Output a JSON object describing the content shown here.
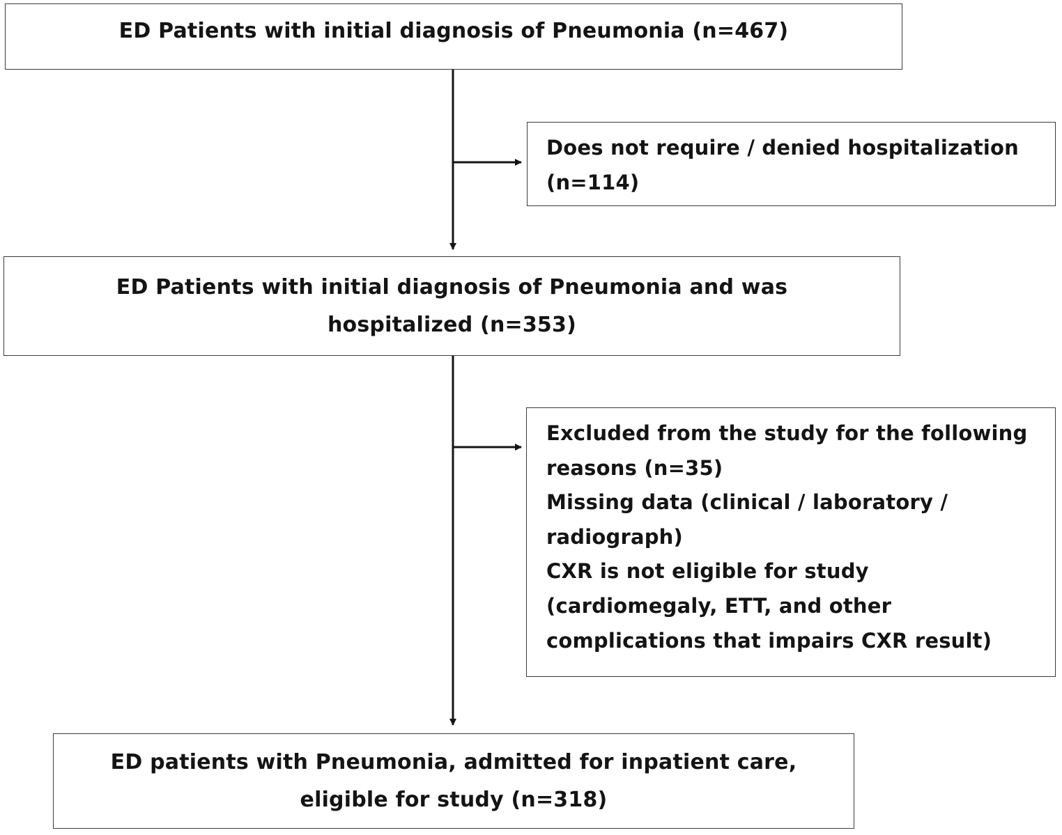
{
  "boxes": {
    "initial": {
      "text": "ED Patients with initial diagnosis of Pneumonia (n=467)"
    },
    "not_hospitalized": {
      "lines": [
        "Does not require / denied hospitalization",
        "(n=114)"
      ]
    },
    "hospitalized": {
      "lines": [
        "ED Patients with initial diagnosis of Pneumonia and was",
        "hospitalized (n=353)"
      ]
    },
    "excluded": {
      "lines": [
        "Excluded from the study for the following",
        "reasons (n=35)",
        "Missing data (clinical / laboratory /",
        "radiograph)",
        "CXR is not eligible for study",
        "(cardiomegaly, ETT, and other",
        "complications that impairs CXR result)"
      ]
    },
    "eligible": {
      "lines": [
        "ED patients with Pneumonia, admitted for inpatient care,",
        "eligible for study (n=318)"
      ]
    }
  },
  "colors": {
    "line": "#141414",
    "border": "#3a3a3a",
    "text": "#141414"
  }
}
